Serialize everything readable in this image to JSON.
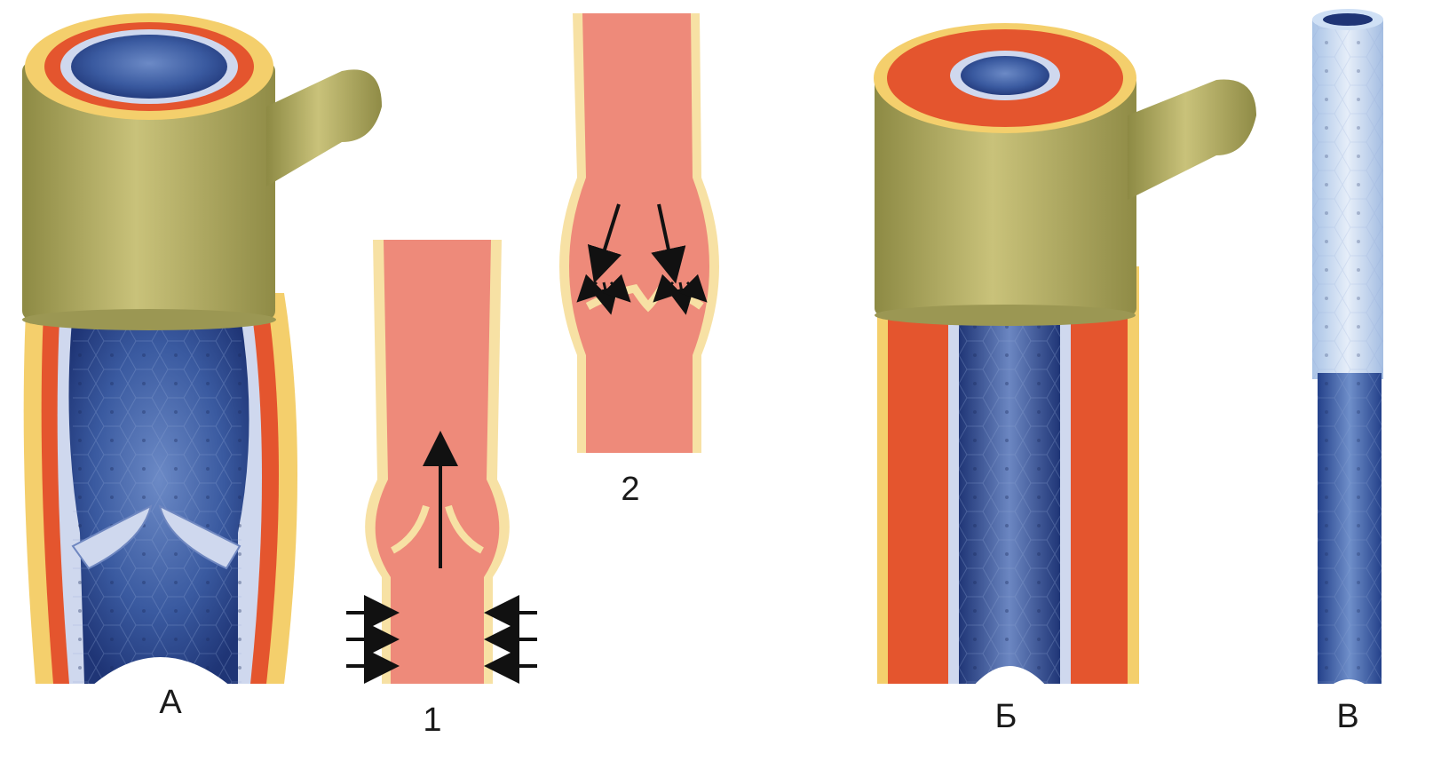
{
  "labels": {
    "vein": "А",
    "valve_open": "1",
    "valve_closed": "2",
    "artery": "Б",
    "capillary": "В"
  },
  "colors": {
    "outer_yellow": "#f4cf6c",
    "muscle_red": "#e4552e",
    "adventitia_olive": "#a9a55a",
    "lumen_blue": "#2f4f96",
    "intima_light": "#cfd8ee",
    "blood_pink": "#ee8a7a",
    "arrow": "#111111"
  },
  "icons": [
    "arrow-up",
    "arrow-down",
    "arrow-right",
    "arrow-left"
  ]
}
